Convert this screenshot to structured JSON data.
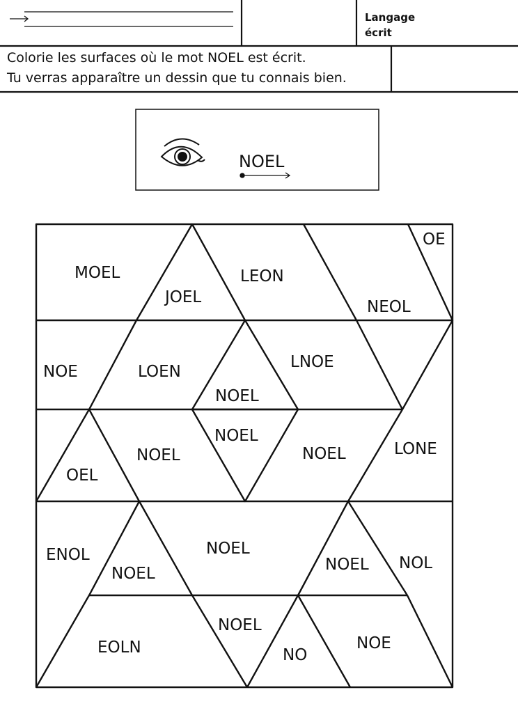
{
  "header": {
    "section_label_line1": "Langage",
    "section_label_line2": "écrit"
  },
  "instructions": {
    "line1": "Colorie les surfaces où le mot NOEL est écrit.",
    "line2": "Tu verras apparaître un dessin que tu connais bien."
  },
  "model": {
    "eye_icon": "eye-icon",
    "word": "NOEL",
    "arrow_icon": "reading-direction-arrow-icon"
  },
  "puzzle": {
    "words": [
      "MOEL",
      "JOEL",
      "LEON",
      "NEOL",
      "OE",
      "NOE",
      "LOEN",
      "NOEL",
      "LNOE",
      "OEL",
      "NOEL",
      "NOEL",
      "NOEL",
      "LONE",
      "ENOL",
      "NOEL",
      "NOEL",
      "NOEL",
      "NOL",
      "EOLN",
      "NOEL",
      "NO",
      "NOE"
    ]
  }
}
